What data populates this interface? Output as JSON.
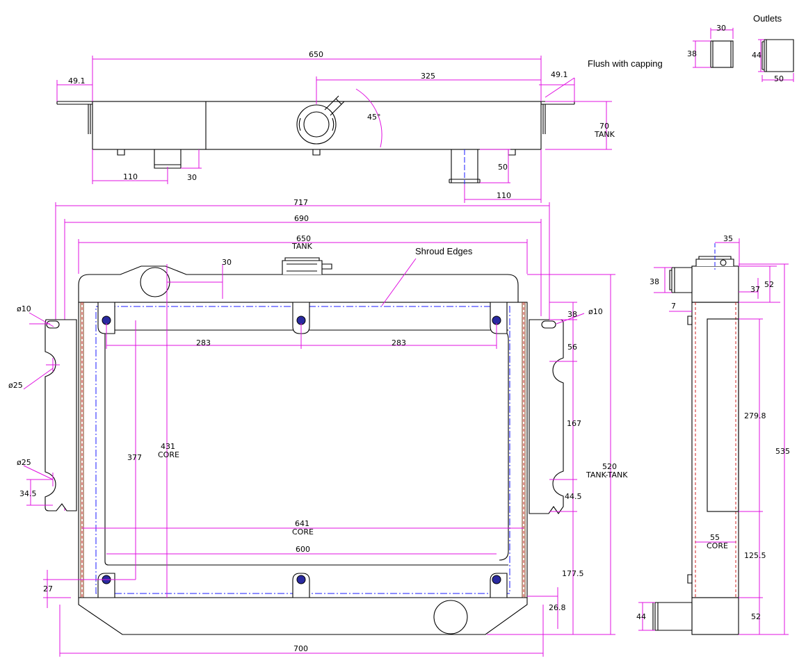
{
  "labels": {
    "outlets": "Outlets",
    "flush": "Flush with capping",
    "shroud": "Shroud Edges"
  },
  "top_view": {
    "overall": "650",
    "left_flange": "49.1",
    "right_flange": "49.1",
    "cap_offset": "325",
    "cap_angle": "45°",
    "tank_height": "70",
    "tank_word": "TANK",
    "outlet_left_pos": "110",
    "outlet_left_len": "30",
    "outlet_right_len": "50",
    "outlet_right_pos": "110"
  },
  "outlets_detail": {
    "small_len": "30",
    "small_dia": "38",
    "large_dia": "44",
    "large_len": "50"
  },
  "front_view": {
    "overall_717": "717",
    "width_690": "690",
    "tank_650": "650",
    "tank_word": "TANK",
    "cap_offset_30": "30",
    "hole_d10_left": "ø10",
    "hole_d10_right": "ø10",
    "hole_d25_upper": "ø25",
    "hole_d25_lower": "ø25",
    "bolt_spacing_left": "283",
    "bolt_spacing_right": "283",
    "height_377": "377",
    "core_height": "431",
    "core_word": "CORE",
    "core_width": "641",
    "core_word2": "CORE",
    "bolt_width_600": "600",
    "bottom_27": "27",
    "side_34_5": "34.5",
    "side_38": "38",
    "side_56": "56",
    "side_167": "167",
    "side_44_5": "44.5",
    "side_177_5": "177.5",
    "side_26_8": "26.8",
    "tank_to_tank": "520",
    "tank_to_tank_word": "TANK-TANK",
    "bottom_700": "700"
  },
  "side_view": {
    "top_35": "35",
    "inlet_38": "38",
    "tank_37": "37",
    "tank_52_top": "52",
    "offset_7": "7",
    "height_279_8": "279.8",
    "overall_535": "535",
    "core_55": "55",
    "core_word": "CORE",
    "height_125_5": "125.5",
    "outlet_44": "44",
    "tank_52_bottom": "52"
  }
}
